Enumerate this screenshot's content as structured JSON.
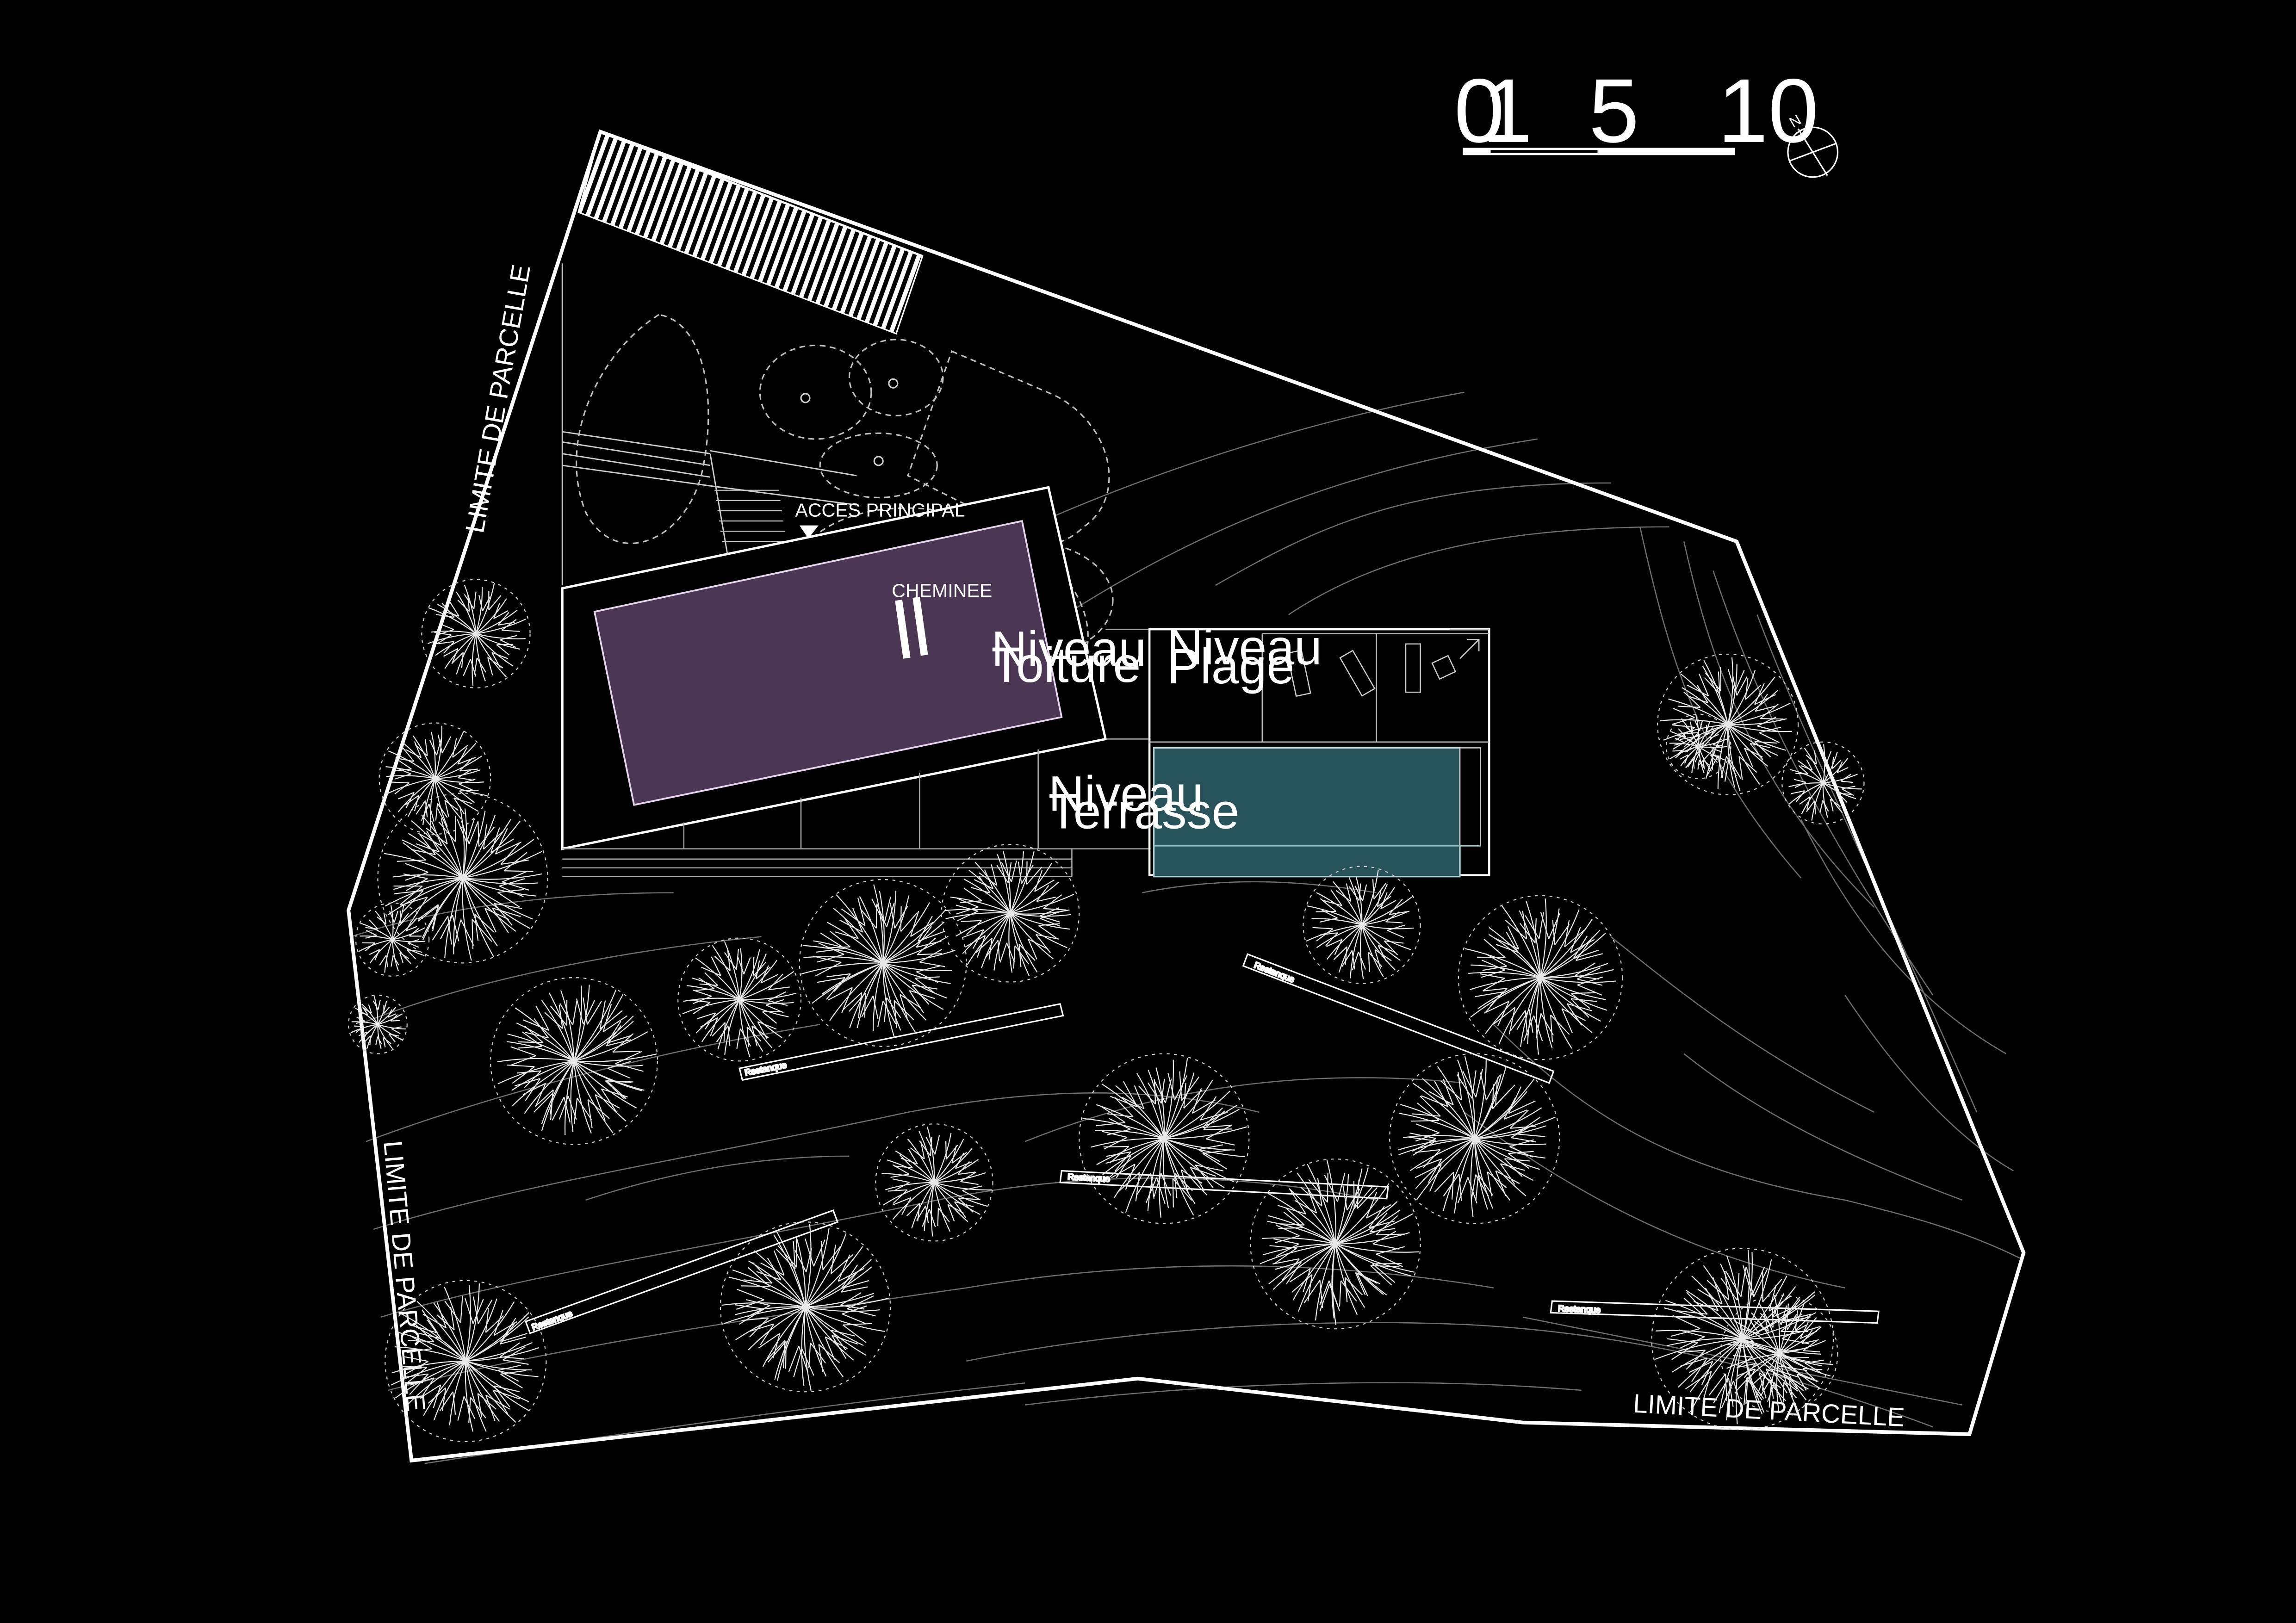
{
  "zones": {
    "toiture": [
      "Niveau",
      "Toiture"
    ],
    "plage": [
      "Niveau",
      "Plage"
    ],
    "terrasse": [
      "Niveau",
      "Terrasse"
    ]
  },
  "labels": {
    "chemines": "CHEMINEE",
    "acces": "ACCES PRINCIPAL",
    "parcelle": "LIMITE DE PARCELLE",
    "restanque": "Restanque"
  },
  "scale_bar": {
    "ticks": [
      "0",
      "1",
      "5",
      "10"
    ]
  },
  "north": {
    "letter": "N"
  },
  "colors": {
    "background": "#000000",
    "line": "#ffffff",
    "roof": "#4b3654",
    "pool": "#29535a",
    "contour": "#7a7a7a",
    "dashed": "#bfbfbf"
  }
}
